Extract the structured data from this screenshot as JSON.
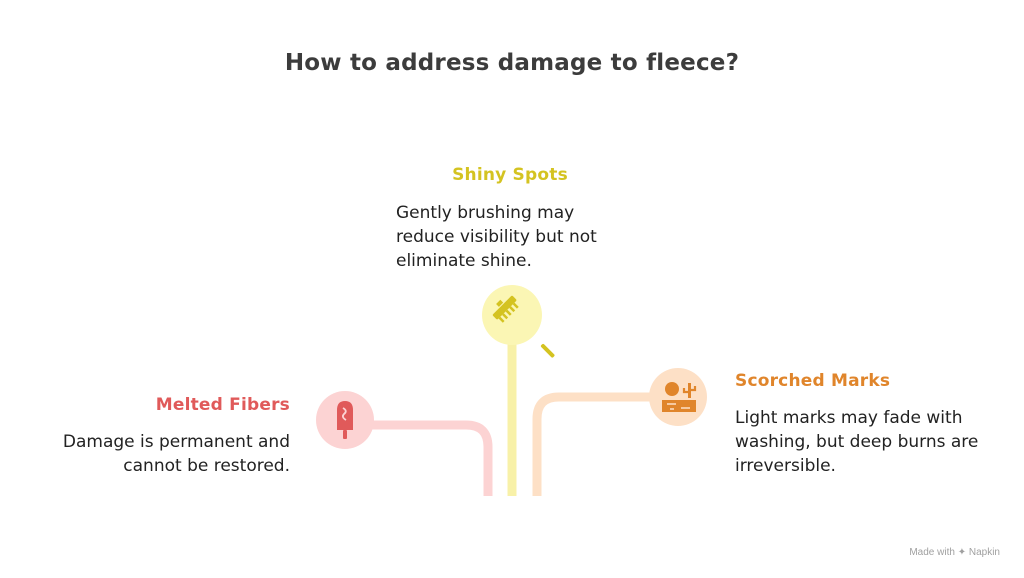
{
  "title": "How to address damage to fleece?",
  "colors": {
    "shiny": "#d4c321",
    "melted": "#e05a5a",
    "scorched": "#e0852b",
    "shiny_circle": "#fbf6b4",
    "melted_circle": "#fcd3d3",
    "scorched_circle": "#fde0c6"
  },
  "items": {
    "shiny": {
      "heading": "Shiny Spots",
      "description": "Gently brushing may reduce visibility but not eliminate shine.",
      "icon": "brush-icon"
    },
    "melted": {
      "heading": "Melted Fibers",
      "description": "Damage is permanent and cannot be restored.",
      "icon": "popsicle-icon"
    },
    "scorched": {
      "heading": "Scorched Marks",
      "description": "Light marks may fade with washing, but deep burns are irreversible.",
      "icon": "desert-sun-icon"
    }
  },
  "watermark": {
    "prefix": "Made with",
    "brand": "Napkin"
  }
}
